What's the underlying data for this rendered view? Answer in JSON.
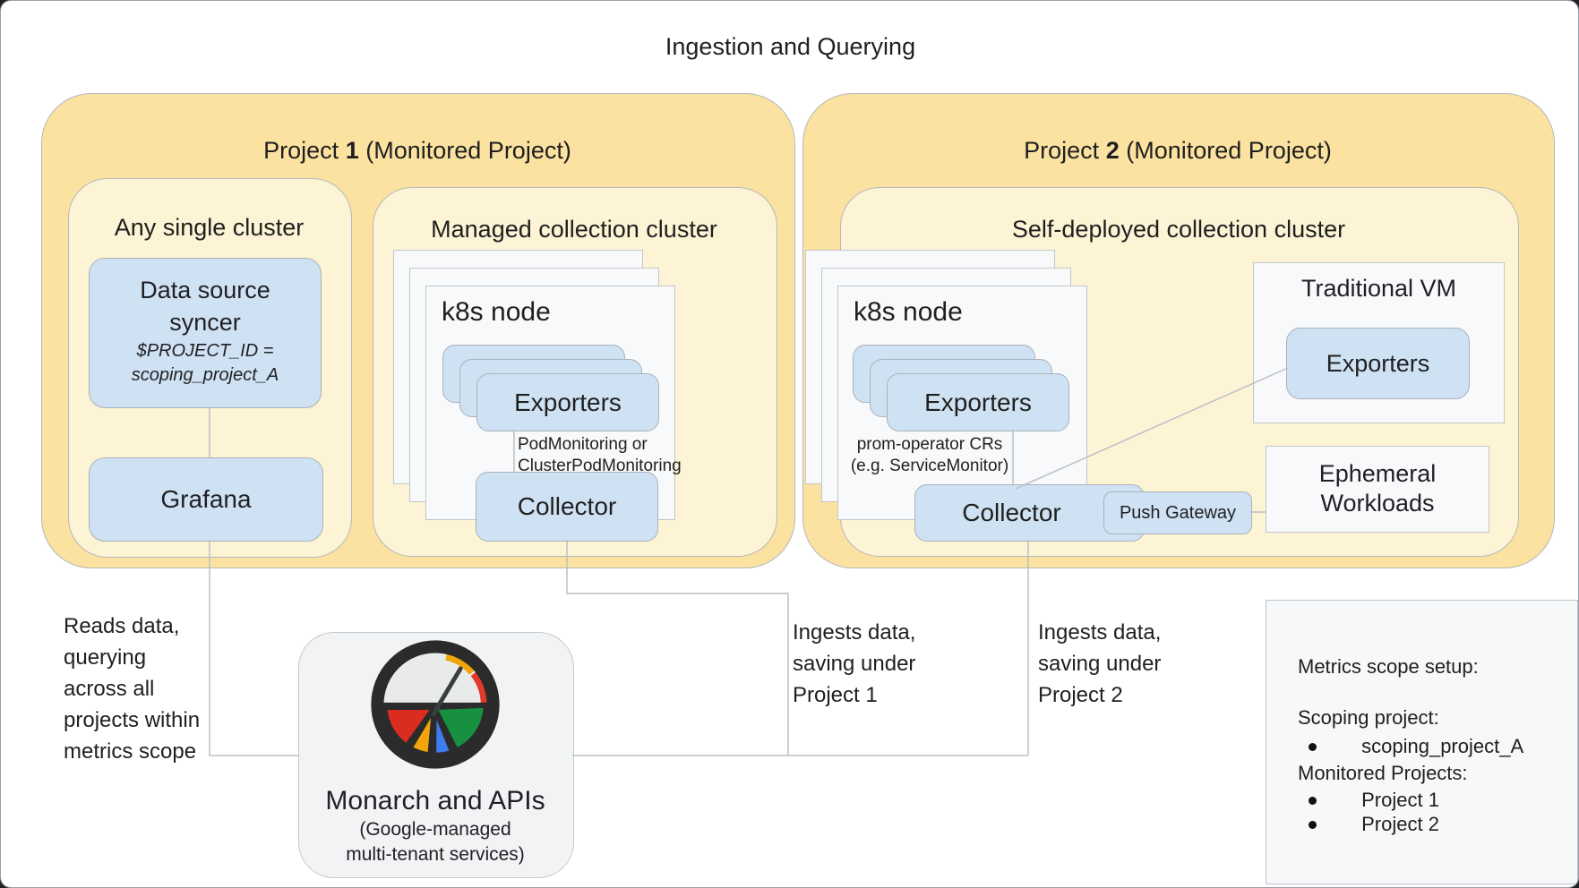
{
  "title": "Ingestion and Querying",
  "colors": {
    "project_fill": "#fbe2a0",
    "cluster_fill": "#fdf3d5",
    "blue_fill": "#cfe2f3",
    "card_fill": "#f8f9fa",
    "panel_fill": "#f1f3f4",
    "line": "#bcc0c4"
  },
  "project1": {
    "name": "Project",
    "number": "1",
    "qualifier": "(Monitored Project)",
    "any_single_cluster": {
      "title": "Any single cluster",
      "data_source_syncer": {
        "line1": "Data source",
        "line2": "syncer",
        "sub1": "$PROJECT_ID =",
        "sub2": "scoping_project_A"
      },
      "grafana": "Grafana"
    },
    "managed_cluster": {
      "title": "Managed collection cluster",
      "node_label": "k8s node",
      "exporters": "Exporters",
      "note_line1": "PodMonitoring or",
      "note_line2": "ClusterPodMonitoring",
      "collector": "Collector"
    }
  },
  "project2": {
    "name": "Project",
    "number": "2",
    "qualifier": "(Monitored Project)",
    "self_deployed_cluster": {
      "title": "Self-deployed collection cluster",
      "node_label": "k8s node",
      "exporters": "Exporters",
      "note_line1": "prom-operator CRs",
      "note_line2": "(e.g. ServiceMonitor)",
      "collector": "Collector",
      "push_gateway": "Push Gateway",
      "traditional_vm": {
        "title": "Traditional VM",
        "exporters": "Exporters"
      },
      "ephemeral": {
        "line1": "Ephemeral",
        "line2": "Workloads"
      }
    }
  },
  "monarch": {
    "title": "Monarch and APIs",
    "sub1": "(Google-managed",
    "sub2": "multi-tenant services)",
    "icon": "cloud-monitoring-gauge-icon"
  },
  "labels": {
    "reads": [
      "Reads data,",
      "querying",
      "across all",
      "projects within",
      "metrics scope"
    ],
    "ingest1": [
      "Ingests data,",
      "saving under",
      "Project 1"
    ],
    "ingest2": [
      "Ingests data,",
      "saving under",
      "Project 2"
    ]
  },
  "metrics_scope": {
    "title": "Metrics scope setup:",
    "scoping_label": "Scoping project:",
    "scoping_items": [
      "scoping_project_A"
    ],
    "monitored_label": "Monitored Projects:",
    "monitored_items": [
      "Project 1",
      "Project 2"
    ]
  }
}
